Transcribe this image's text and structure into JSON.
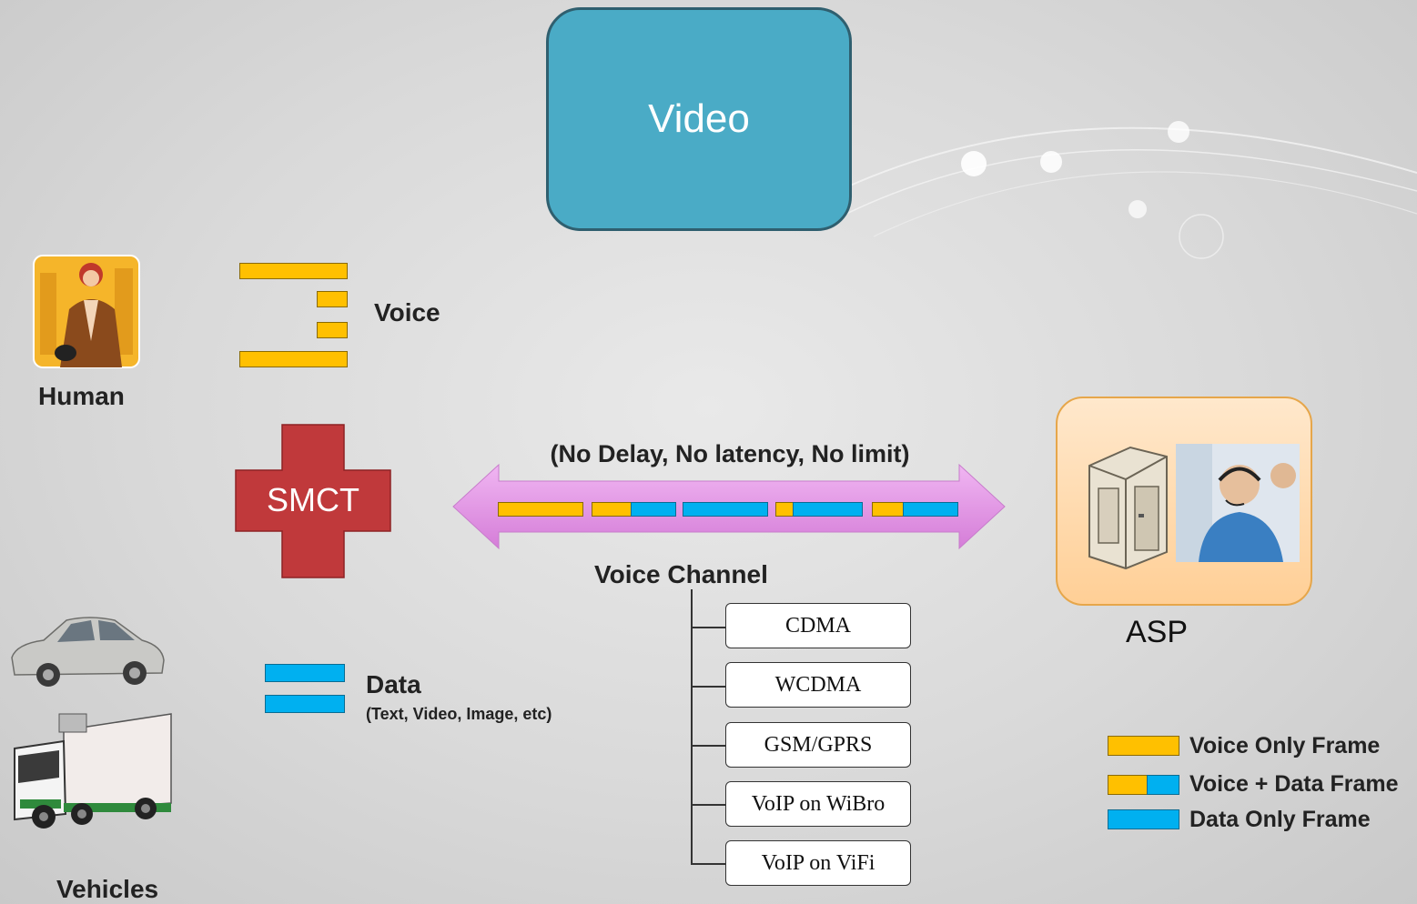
{
  "video_box": {
    "label": "Video"
  },
  "human": {
    "label": "Human",
    "icon": "woman-on-phone-icon"
  },
  "voice": {
    "label": "Voice"
  },
  "smct": {
    "label": "SMCT"
  },
  "channel": {
    "top_label": "(No Delay, No latency, No limit)",
    "bottom_label": "Voice Channel"
  },
  "data": {
    "label": "Data",
    "sub_label": "(Text, Video, Image, etc)"
  },
  "vehicles": {
    "label": "Vehicles",
    "icons": [
      "car-icon",
      "truck-icon"
    ]
  },
  "asp": {
    "label": "ASP",
    "icons": [
      "server-icon",
      "call-center-agent-icon"
    ]
  },
  "networks": [
    "CDMA",
    "WCDMA",
    "GSM/GPRS",
    "VoIP on WiBro",
    "VoIP on ViFi"
  ],
  "legend": {
    "voice_only": "Voice Only Frame",
    "voice_data": "Voice + Data Frame",
    "data_only": "Data Only Frame"
  },
  "colors": {
    "voice": "#ffc000",
    "data": "#00b0f0",
    "video": "#4aabc6",
    "smct": "#c0393b",
    "arrow": "#dd8fe0",
    "asp": "#ffd9a8"
  }
}
